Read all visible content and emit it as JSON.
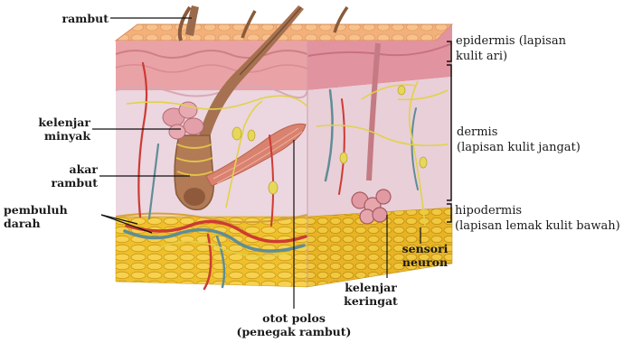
{
  "labels": {
    "rambut": "rambut",
    "kelenjar_minyak": [
      "kelenjar",
      "minyak"
    ],
    "akar_rambut": [
      "akar",
      "rambut"
    ],
    "pembuluh_darah": [
      "pembuluh",
      "darah"
    ],
    "epidermis": [
      "epidermis (lapisan",
      "kulit ari)"
    ],
    "dermis": [
      "dermis",
      "(lapisan kulit jangat)"
    ],
    "hipodermis": [
      "hipodermis",
      "(lapisan lemak kulit bawah)"
    ],
    "sensori_neuron": [
      "sensori",
      "neuron"
    ],
    "kelenjar_keringat": [
      "kelenjar",
      "keringat"
    ],
    "otot_polos": [
      "otot polos",
      "(penegak rambut)"
    ]
  },
  "colors": {
    "skin_top": "#f2b07a",
    "epidermis": "#e9a2a6",
    "dermis": "#ecd6df",
    "fat": "#f0c02a",
    "hair": "#9a6a4a",
    "vessel_red": "#cc3b33",
    "vessel_blue": "#5f8d97",
    "nerve": "#e0d24a",
    "gland": "#d98a92",
    "leader": "#111111"
  }
}
